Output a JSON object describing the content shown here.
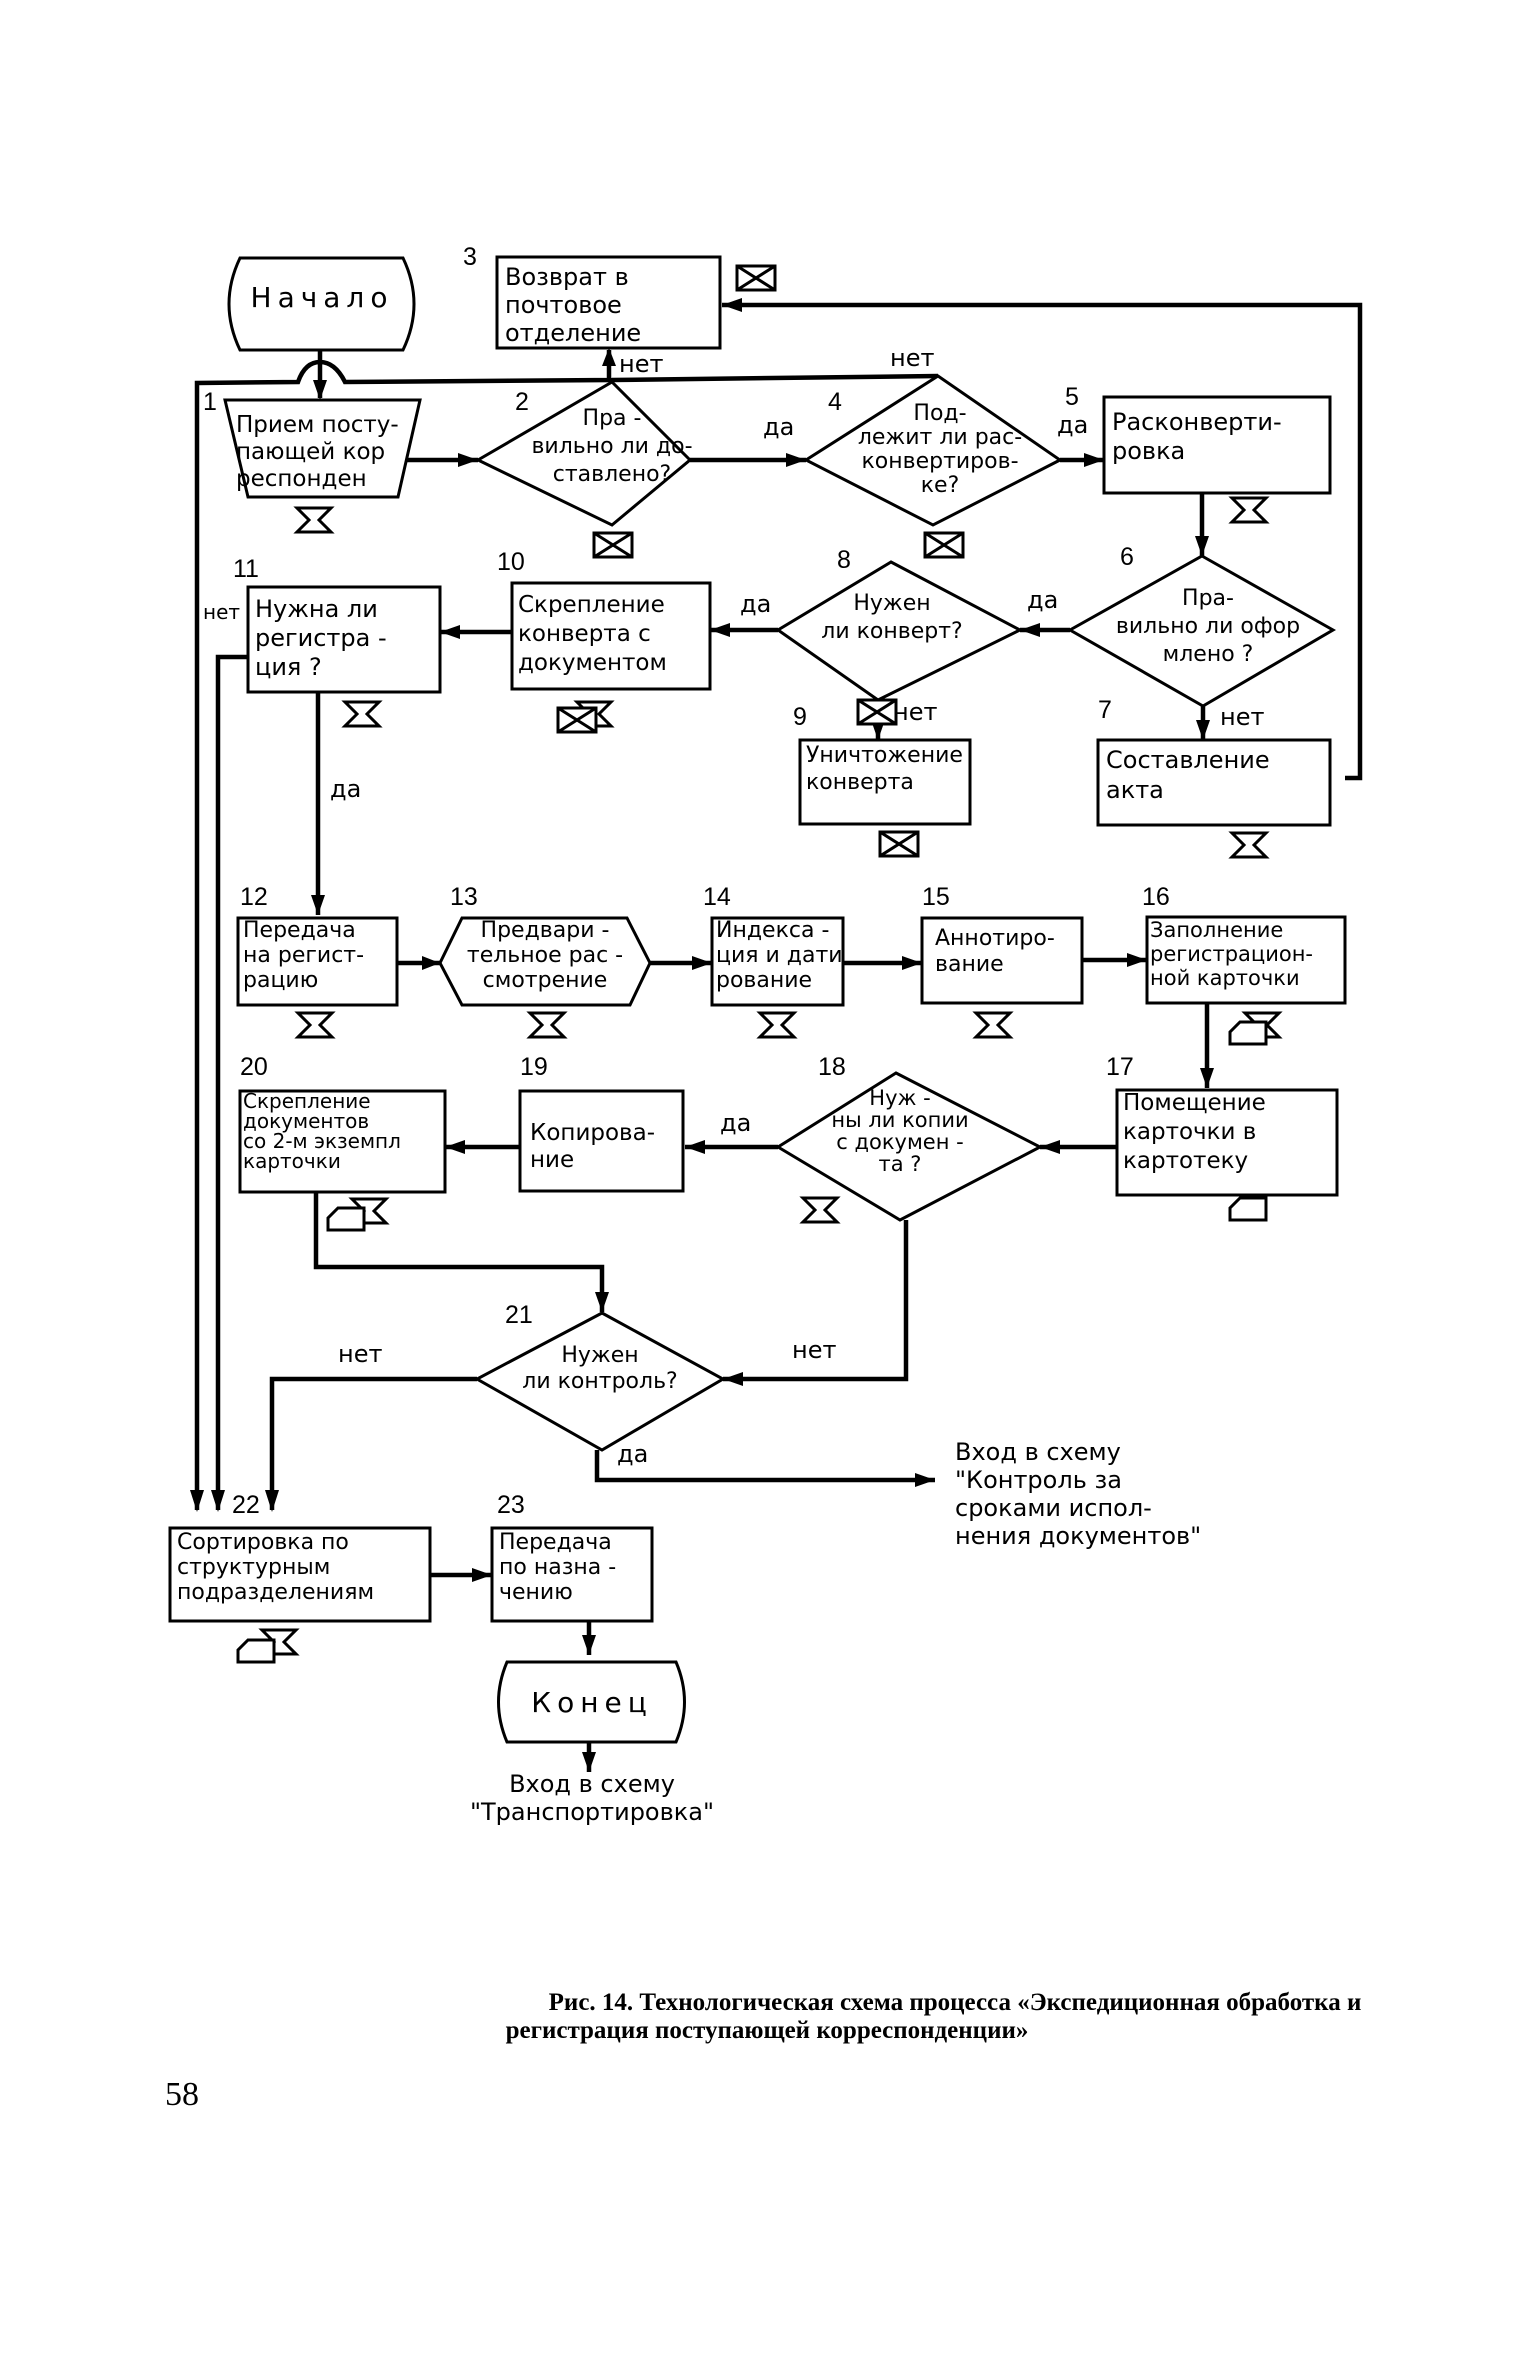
{
  "figure": {
    "caption_line1": "Рис. 14. Технологическая схема процесса «Экспедиционная обработка и",
    "caption_line2": "регистрация поступающей корреспонденции»",
    "page_number": "58"
  },
  "terminals": {
    "start": "Начало",
    "end": "Конец"
  },
  "nodes": [
    {
      "id": "1",
      "lines": [
        "Прием посту-",
        "пающей кор",
        "респонден"
      ],
      "icon": "manual-work-icon"
    },
    {
      "id": "2",
      "lines": [
        "Пра -",
        "вильно ли до-",
        "ставлено?"
      ],
      "icon": "envelope-icon"
    },
    {
      "id": "3",
      "lines": [
        "Возврат в",
        "почтовое",
        "отделение"
      ],
      "icon": "envelope-icon"
    },
    {
      "id": "4",
      "lines": [
        "Под-",
        "лежит ли рас-",
        "конвертиров-",
        "ке?"
      ],
      "icon": "envelope-icon"
    },
    {
      "id": "5",
      "lines": [
        "Расконверти-",
        "ровка"
      ],
      "icon": "manual-work-icon"
    },
    {
      "id": "6",
      "lines": [
        "Пра-",
        "вильно ли офор",
        "млено ?"
      ],
      "icon": ""
    },
    {
      "id": "7",
      "lines": [
        "Составление",
        "акта"
      ],
      "icon": "manual-work-icon"
    },
    {
      "id": "8",
      "lines": [
        "Нужен",
        "ли конверт?"
      ],
      "icon": ""
    },
    {
      "id": "9",
      "lines": [
        "Уничтожение",
        "конверта"
      ],
      "icon": "envelope-icon"
    },
    {
      "id": "10",
      "lines": [
        "Скрепление",
        "конверта с",
        "документом"
      ],
      "icon": "envelope-with-document-icon"
    },
    {
      "id": "11",
      "lines": [
        "Нужна ли",
        "регистра -",
        "ция ?"
      ],
      "icon": "manual-work-icon"
    },
    {
      "id": "12",
      "lines": [
        "Передача",
        "на регист-",
        "рацию"
      ],
      "icon": "manual-work-icon"
    },
    {
      "id": "13",
      "lines": [
        "Предвари -",
        "тельное рас -",
        "смотрение"
      ],
      "icon": "manual-work-icon"
    },
    {
      "id": "14",
      "lines": [
        "Индекса -",
        "ция и дати",
        "рование"
      ],
      "icon": "manual-work-icon"
    },
    {
      "id": "15",
      "lines": [
        "Аннотиро-",
        "вание"
      ],
      "icon": "manual-work-icon"
    },
    {
      "id": "16",
      "lines": [
        "Заполнение",
        "регистрацион-",
        "ной карточки"
      ],
      "icon": "card-with-manual-work-icon"
    },
    {
      "id": "17",
      "lines": [
        "Помещение",
        "карточки в",
        "картотеку"
      ],
      "icon": "card-icon"
    },
    {
      "id": "18",
      "lines": [
        "Нуж -",
        "ны ли копии",
        "с докумен -",
        "та ?"
      ],
      "icon": "manual-work-icon"
    },
    {
      "id": "19",
      "lines": [
        "Копирова-",
        "ние"
      ],
      "icon": ""
    },
    {
      "id": "20",
      "lines": [
        "Скрепление",
        "документов",
        "со 2-м экземпл",
        "карточки"
      ],
      "icon": "card-with-manual-work-icon"
    },
    {
      "id": "21",
      "lines": [
        "Нужен",
        "ли контроль?"
      ],
      "icon": ""
    },
    {
      "id": "22",
      "lines": [
        "Сортировка по",
        "структурным",
        "подразделениям"
      ],
      "icon": "card-with-manual-work-icon"
    },
    {
      "id": "23",
      "lines": [
        "Передача",
        "по назна -",
        "чению"
      ],
      "icon": ""
    }
  ],
  "edge_labels": {
    "yes": "да",
    "no": "нет"
  },
  "notes": {
    "control_entry": [
      "Вход в схему",
      "\"Контроль за",
      "сроками испол-",
      "нения документов\""
    ],
    "transport_entry": [
      "Вход в схему",
      "\"Транспортировка\""
    ]
  }
}
